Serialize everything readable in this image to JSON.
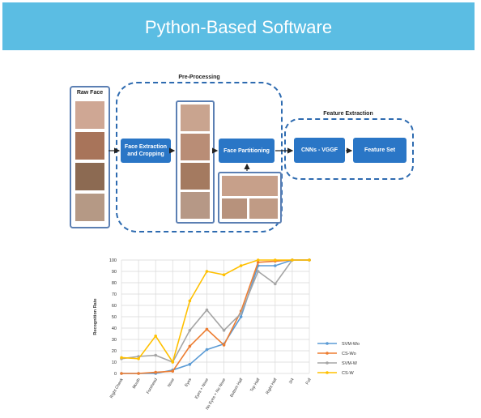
{
  "banner": {
    "title": "Python-Based Software",
    "color": "#5bbde3"
  },
  "diagram": {
    "raw_face_label": "Raw Face",
    "preprocessing_label": "Pre-Processing",
    "feature_extraction_label": "Feature Extraction",
    "box_extraction": "Face Extraction and Cropping",
    "box_partitioning": "Face Partitioning",
    "box_cnn": "CNNs - VGGF",
    "box_featureset": "Feature Set",
    "box_color": "#2a76c6"
  },
  "chart_data": {
    "type": "line",
    "ylabel": "Recognition Rate",
    "xlabel": "",
    "ylim": [
      0,
      100
    ],
    "yticks": [
      0,
      10,
      20,
      30,
      40,
      50,
      60,
      70,
      80,
      90,
      100
    ],
    "categories": [
      "Right Cheek",
      "Mouth",
      "Forehead",
      "Nose",
      "Eyes",
      "Eyes + Nose",
      "No Eyes + No Nose",
      "Bottom Half",
      "Top Half",
      "Right Half",
      "3/4",
      "Full"
    ],
    "legend_position": "right",
    "grid": true,
    "series": [
      {
        "name": "SVM-Wo",
        "color": "#5b9bd5",
        "values": [
          0,
          0,
          0,
          3,
          8,
          21,
          26,
          50,
          95,
          95,
          100,
          100
        ]
      },
      {
        "name": "CS-Wo",
        "color": "#ed7d31",
        "values": [
          0,
          0,
          1,
          2,
          24,
          39,
          25,
          55,
          98,
          99,
          100,
          100
        ]
      },
      {
        "name": "SVM-W",
        "color": "#a5a5a5",
        "values": [
          13,
          15,
          16,
          10,
          38,
          56,
          38,
          53,
          90,
          79,
          100,
          100
        ]
      },
      {
        "name": "CS-W",
        "color": "#ffc000",
        "values": [
          14,
          13,
          33,
          10,
          64,
          90,
          87,
          95,
          100,
          100,
          100,
          100
        ]
      }
    ]
  }
}
